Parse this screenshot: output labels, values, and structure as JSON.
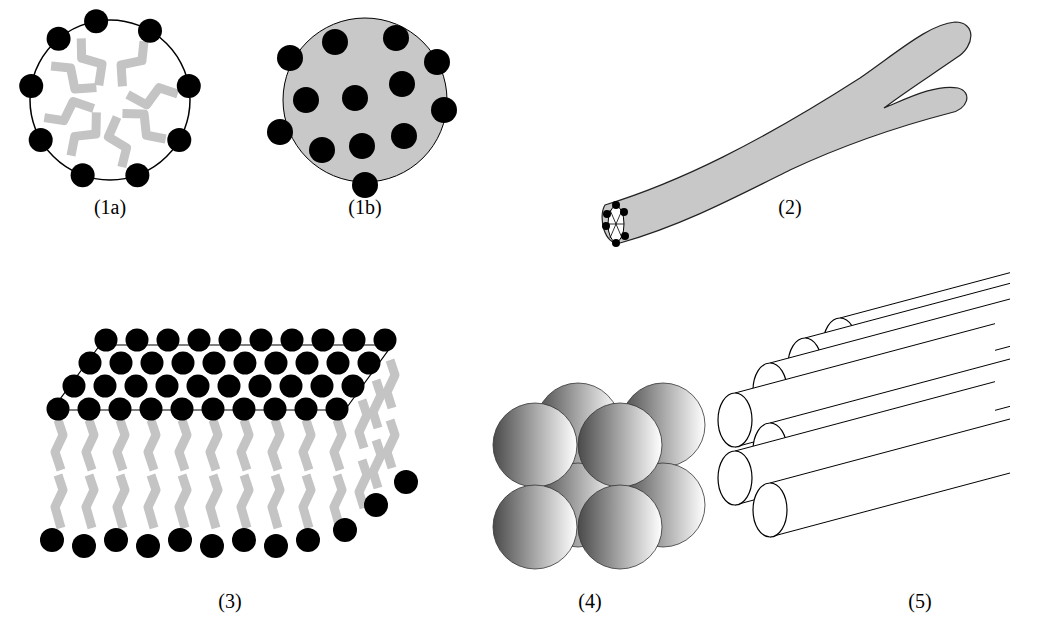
{
  "diagram": {
    "labels": [
      "(1a)",
      "(1b)",
      "(2)",
      "(3)",
      "(4)",
      "(5)"
    ]
  }
}
